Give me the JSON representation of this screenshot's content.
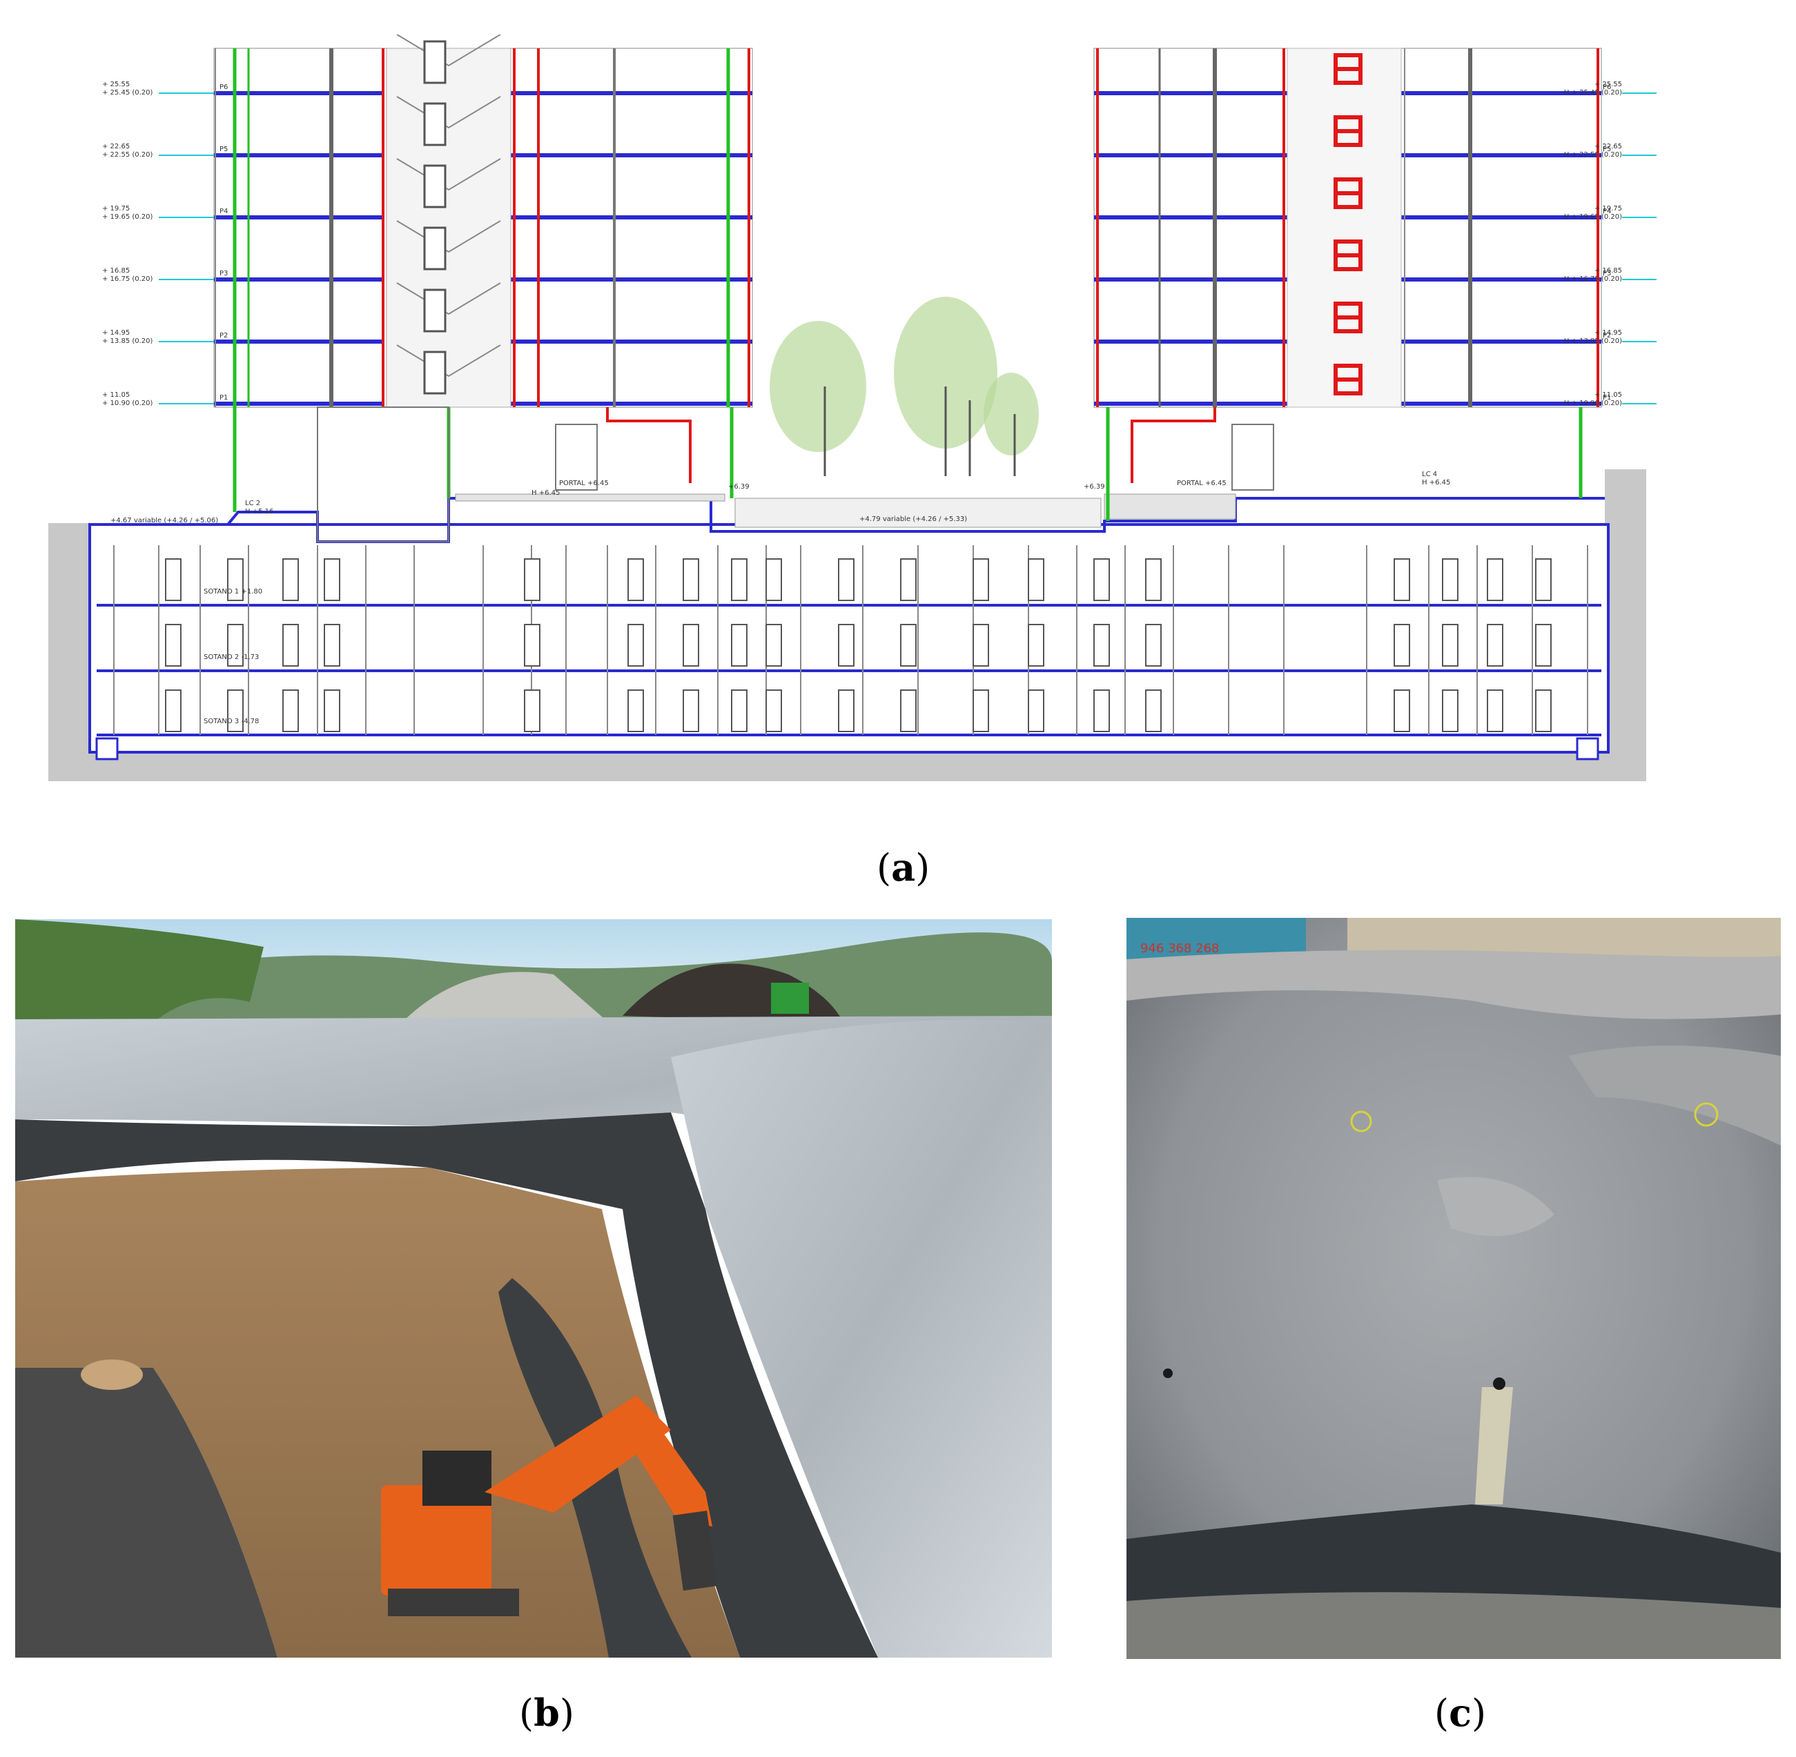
{
  "panels": {
    "a": {
      "label": "a"
    },
    "b": {
      "label": "b"
    },
    "c": {
      "label": "c"
    }
  },
  "levels_left": [
    {
      "tag": "P6",
      "top": "+ 25.55",
      "bottom": "+ 25.45 (0.20)"
    },
    {
      "tag": "P5",
      "top": "+ 22.65",
      "bottom": "+ 22.55 (0.20)"
    },
    {
      "tag": "P4",
      "top": "+ 19.75",
      "bottom": "+ 19.65 (0.20)"
    },
    {
      "tag": "P3",
      "top": "+ 16.85",
      "bottom": "+ 16.75 (0.20)"
    },
    {
      "tag": "P2",
      "top": "+ 14.95",
      "bottom": "+ 13.85 (0.20)"
    },
    {
      "tag": "P1",
      "top": "+ 11.05",
      "bottom": "+ 10.90 (0.20)"
    }
  ],
  "levels_right": [
    {
      "tag": "P6",
      "top": "+ 25.55",
      "bottom": "H + 25.45 (0.20)"
    },
    {
      "tag": "P5",
      "top": "+ 22.65",
      "bottom": "H + 22.55 (0.20)"
    },
    {
      "tag": "P4",
      "top": "+ 19.75",
      "bottom": "H + 19.65 (0.20)"
    },
    {
      "tag": "P3",
      "top": "+ 16.85",
      "bottom": "H + 16.75 (0.20)"
    },
    {
      "tag": "P2",
      "top": "+ 14.95",
      "bottom": "H + 13.85 (0.20)"
    },
    {
      "tag": "P1",
      "top": "+ 11.05",
      "bottom": "H + 10.90 (0.20)"
    }
  ],
  "annotations": {
    "left_ground": "+4.67 variable (+4.26 / +5.06)",
    "lc2_a": "LC 2",
    "lc2_b": "H +5.16",
    "portal_left": "PORTAL +6.45",
    "h_left": "H +6.45",
    "mark_639_left": "+6.39",
    "center_ground": "+4.79 variable (+4.26 / +5.33)",
    "mark_639_right": "+6.39",
    "portal_right": "PORTAL +6.45",
    "lc4_a": "LC 4",
    "lc4_b": "H +6.45",
    "sotano1": "SOTANO 1 +1.80",
    "sotano2": "SOTANO 2 -1.73",
    "sotano3": "SOTANO 3 -4.78"
  },
  "photo_c": {
    "sign_text": "946 368 268"
  },
  "colors": {
    "slab_blue": "#2a2ad0",
    "wall_red": "#e01818",
    "pipe_green": "#22c022",
    "leader_cyan": "#20c8d8",
    "ground_gray": "#c8c8c8",
    "tree_green": "#b8d89a",
    "excavator_orange": "#e8611a",
    "shotcrete_gray": "#8f9397"
  }
}
